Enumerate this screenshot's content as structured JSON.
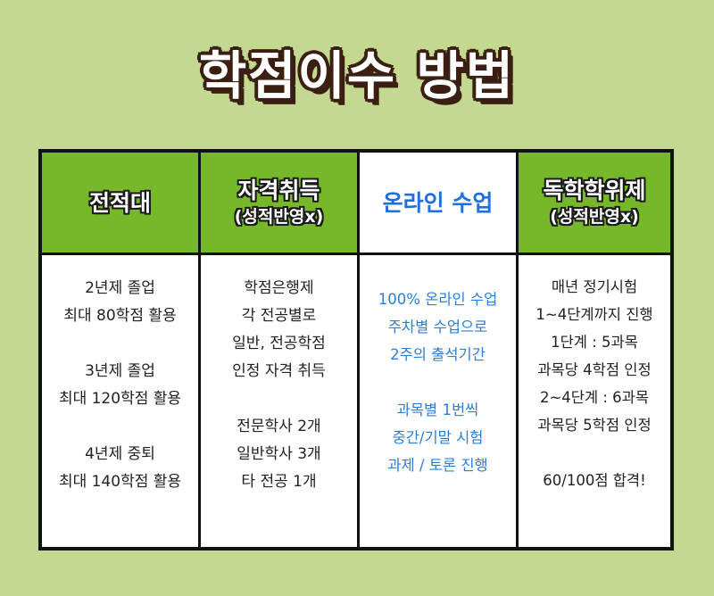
{
  "title": "학점이수 방법",
  "columns": [
    {
      "header_line1": "전적대",
      "header_line2": "",
      "lines": [
        "2년제 졸업",
        "최대 80학점 활용",
        "",
        "3년제 졸업",
        "최대 120학점 활용",
        "",
        "4년제 중퇴",
        "최대 140학점 활용"
      ]
    },
    {
      "header_line1": "자격취득",
      "header_line2": "(성적반영x)",
      "lines": [
        "학점은행제",
        "각 전공별로",
        "일반, 전공학점",
        "인정 자격 취득",
        "",
        "전문학사 2개",
        "일반학사 3개",
        "타 전공 1개"
      ]
    },
    {
      "header_line1": "온라인 수업",
      "header_line2": "",
      "lines": [
        "100% 온라인 수업",
        "주차별 수업으로",
        "2주의 출석기간",
        "",
        "과목별 1번씩",
        "중간/기말 시험",
        "과제 / 토론 진행"
      ]
    },
    {
      "header_line1": "독학학위제",
      "header_line2": "(성적반영x)",
      "lines": [
        "매년 정기시험",
        "1~4단계까지 진행",
        "1단계 : 5과목",
        "과목당 4학점 인정",
        "2~4단계 : 6과목",
        "과목당 5학점 인정",
        "",
        "60/100점 합격!"
      ]
    }
  ],
  "colors": {
    "background": "#c3d98f",
    "header_green": "#76b82a",
    "online_blue": "#1f6fe0"
  }
}
